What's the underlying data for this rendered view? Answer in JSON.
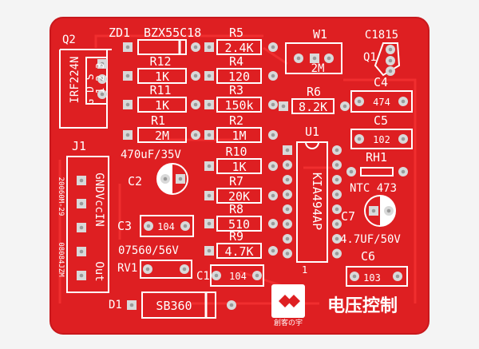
{
  "board": {
    "colors": {
      "background": "#f4f4f4",
      "board": "#de1f22",
      "board_edge": "#c8181c",
      "silk": "#ffffff",
      "pad": "#d9d9d9",
      "hole": "#9a9a9a",
      "trace": "#ff3a3a"
    },
    "components": [
      {
        "ref": "ZD1",
        "value": "BZX55C18"
      },
      {
        "ref": "R5",
        "value": "2.4K"
      },
      {
        "ref": "R12",
        "value": "1K"
      },
      {
        "ref": "R4",
        "value": "120"
      },
      {
        "ref": "R11",
        "value": "1K"
      },
      {
        "ref": "R3",
        "value": "150k"
      },
      {
        "ref": "R6",
        "value": "8.2K"
      },
      {
        "ref": "R1",
        "value": "2M"
      },
      {
        "ref": "R2",
        "value": "1M"
      },
      {
        "ref": "R10",
        "value": "1K"
      },
      {
        "ref": "R7",
        "value": "20K"
      },
      {
        "ref": "R8",
        "value": "510"
      },
      {
        "ref": "R9",
        "value": "4.7K"
      }
    ],
    "labels": {
      "q2": "Q2",
      "q2_part": "IRF224N",
      "q2_pins_gds": "G D S",
      "q2_pins_123": "1 2 3",
      "w1": "W1",
      "w1_value": "2M",
      "q1": "Q1",
      "q1_part": "C1815",
      "c4": "C4",
      "c4_value": "474",
      "c5": "C5",
      "c5_value": "102",
      "u1": "U1",
      "u1_part": "KIA494AP",
      "rh1": "RH1",
      "ntc": "NTC  473",
      "j1": "J1",
      "j1_pins": "GNDVccIN",
      "j1_out": "Out",
      "j1_code": "20060M-29",
      "j1_code2": "08084JZM",
      "c2_value": "470uF/35V",
      "c2": "C2",
      "c3": "C3",
      "c3_value": "104",
      "c7": "C7",
      "c7_value": "4.7UF/50V",
      "rv_value": "07560/56V",
      "rv1": "RV1",
      "c1": "C1",
      "c1_value": "104",
      "c6": "C6",
      "c6_value": "103",
      "d1": "D1",
      "d1_value": "SB360",
      "pin_mark": "1",
      "title_cn": "电压控制",
      "logo_text": "創客の宇"
    }
  }
}
